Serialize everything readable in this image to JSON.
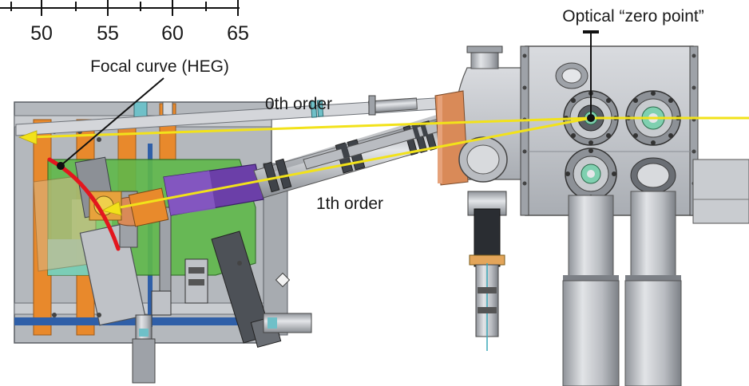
{
  "scale": {
    "ticks": [
      "50",
      "55",
      "60",
      "65"
    ]
  },
  "labels": {
    "zero_point": "Optical “zero point”",
    "focal_curve": "Focal curve (HEG)",
    "zeroth_order": "0th order",
    "first_order": "1th order"
  },
  "colors": {
    "beam": "#f2e21a",
    "focal_curve": "#e3161e",
    "frame_orange": "#e8892c",
    "plate_green": "#5fb84a",
    "plate_teal": "#7fd0c8",
    "detector_purple": "#6b3fa8",
    "vacuum_grey": "#c4c7cc",
    "steel_dark": "#4d5157",
    "copper": "#d98a58",
    "rail_blue": "#2f5fa8"
  }
}
